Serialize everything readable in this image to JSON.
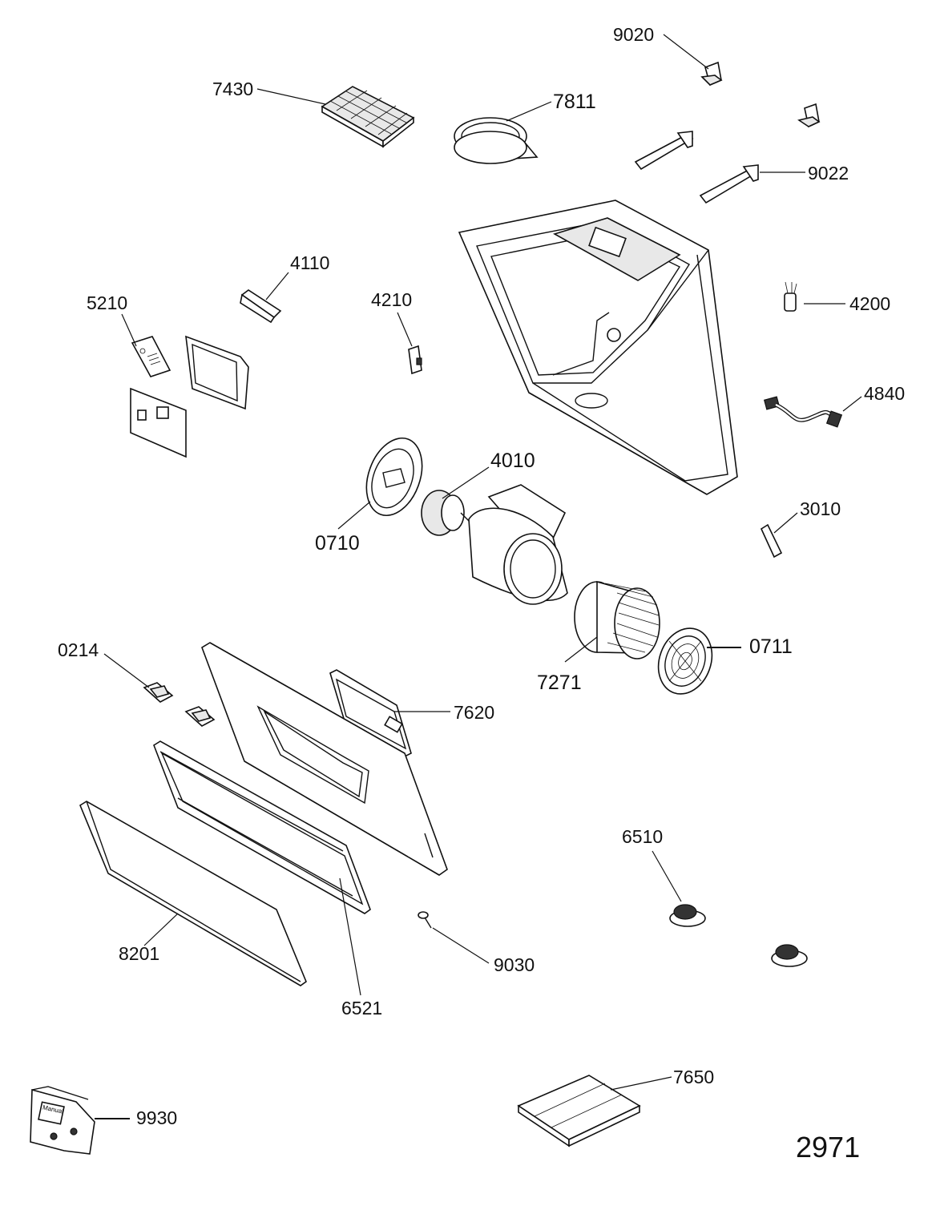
{
  "diagram": {
    "diagram_number": "2971",
    "parts": [
      {
        "id": "p9020",
        "label": "9020"
      },
      {
        "id": "p7430",
        "label": "7430"
      },
      {
        "id": "p7811",
        "label": "7811"
      },
      {
        "id": "p9022",
        "label": "9022"
      },
      {
        "id": "p4110",
        "label": "4110"
      },
      {
        "id": "p5210",
        "label": "5210"
      },
      {
        "id": "p4210",
        "label": "4210"
      },
      {
        "id": "p4200",
        "label": "4200"
      },
      {
        "id": "p4840",
        "label": "4840"
      },
      {
        "id": "p4010",
        "label": "4010"
      },
      {
        "id": "p0710",
        "label": "0710"
      },
      {
        "id": "p3010",
        "label": "3010"
      },
      {
        "id": "p0711",
        "label": "0711"
      },
      {
        "id": "p7271",
        "label": "7271"
      },
      {
        "id": "p0214",
        "label": "0214"
      },
      {
        "id": "p7620",
        "label": "7620"
      },
      {
        "id": "p6510",
        "label": "6510"
      },
      {
        "id": "p8201",
        "label": "8201"
      },
      {
        "id": "p9030",
        "label": "9030"
      },
      {
        "id": "p6521",
        "label": "6521"
      },
      {
        "id": "p7650",
        "label": "7650"
      },
      {
        "id": "p9930",
        "label": "9930"
      }
    ],
    "bag_text": "Manual"
  }
}
